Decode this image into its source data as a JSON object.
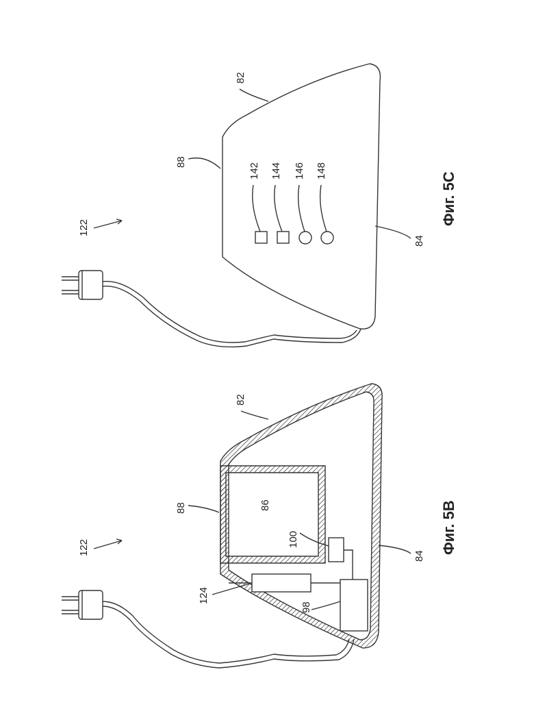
{
  "figure_5b": {
    "caption": "Фиг. 5В",
    "labels": {
      "assembly": "122",
      "body": "88",
      "top_shell": "82",
      "bottom_shell": "84",
      "container": "86",
      "sensor": "100",
      "heater": "124",
      "controller": "98"
    }
  },
  "figure_5c": {
    "caption": "Фиг. 5С",
    "labels": {
      "assembly": "122",
      "body": "88",
      "top_shell": "82",
      "bottom_shell": "84",
      "button_1": "142",
      "button_2": "144",
      "indicator_1": "146",
      "indicator_2": "148"
    }
  },
  "colors": {
    "line": "#333333",
    "background": "#ffffff"
  }
}
